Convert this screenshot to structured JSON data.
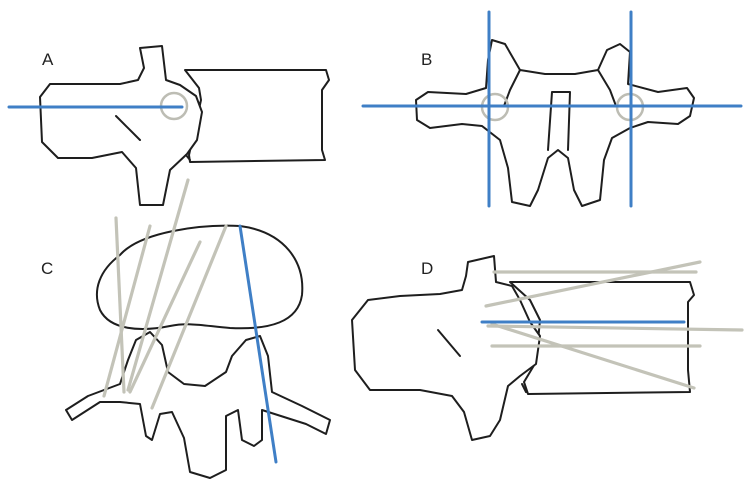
{
  "panels": [
    {
      "id": "A",
      "label": "A"
    },
    {
      "id": "B",
      "label": "B"
    },
    {
      "id": "C",
      "label": "C"
    },
    {
      "id": "D",
      "label": "D"
    }
  ],
  "colors": {
    "trajectory_blue": "#3f7fc6",
    "trajectory_grey": "#c3c3b8",
    "outline": "#1e1e1e",
    "background": "#ffffff"
  }
}
